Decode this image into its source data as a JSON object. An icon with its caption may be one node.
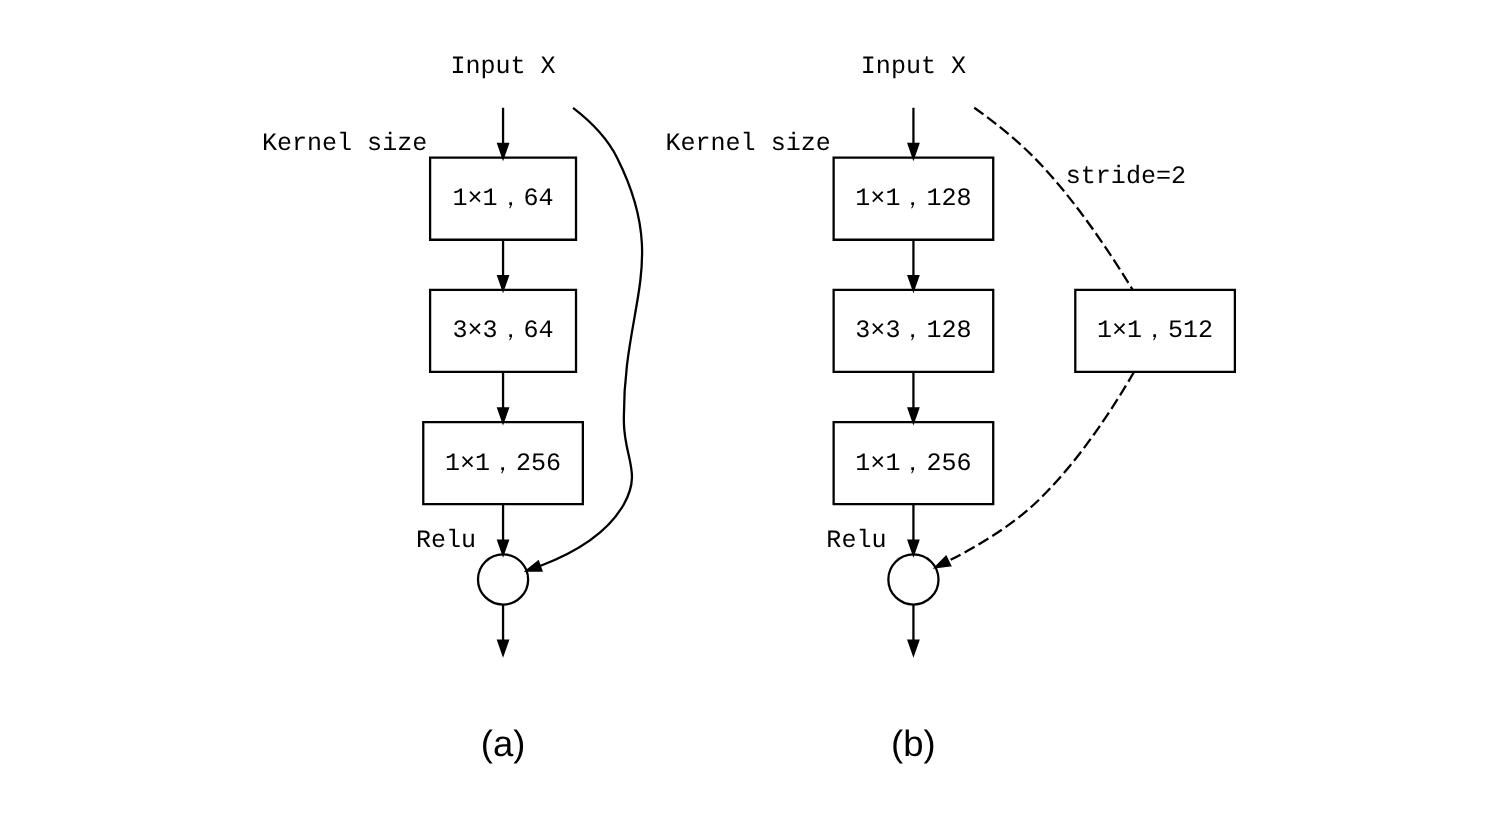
{
  "diagram": {
    "nodes": [
      {
        "text": [
          "Input X"
        ]
      },
      {
        "text": [
          "1×1，64"
        ],
        "beside": [
          "Kernel size"
        ]
      },
      {
        "text": [
          "3×3，64"
        ]
      },
      {
        "text": [
          "1×1，256"
        ]
      },
      {
        "text": [],
        "shape": "circle",
        "beside": [
          "Relu"
        ]
      },
      {
        "text": [
          "Input X"
        ]
      },
      {
        "text": [
          "1×1，128"
        ],
        "beside": [
          "Kernel size"
        ]
      },
      {
        "text": [
          "3×3，128"
        ]
      },
      {
        "text": [
          "1×1，256"
        ]
      },
      {
        "text": [],
        "shape": "circle",
        "beside": [
          "Relu"
        ]
      },
      {
        "text": [
          "1×1，512"
        ]
      }
    ],
    "edges": [
      {
        "from": 0,
        "to": 1,
        "arrow": "to"
      },
      {
        "from": 1,
        "to": 2,
        "arrow": "to"
      },
      {
        "from": 2,
        "to": 3,
        "arrow": "to"
      },
      {
        "from": 3,
        "to": 4,
        "arrow": "to"
      },
      {
        "from": 0,
        "to": 4,
        "arrow": "to"
      },
      {
        "from": 4,
        "to": null,
        "arrow": "to"
      },
      {
        "from": 5,
        "to": 6,
        "arrow": "to"
      },
      {
        "from": 6,
        "to": 7,
        "arrow": "to"
      },
      {
        "from": 7,
        "to": 8,
        "arrow": "to"
      },
      {
        "from": 8,
        "to": 9,
        "arrow": "to"
      },
      {
        "from": 5,
        "to": 10,
        "arrow": "none",
        "style": "dashed",
        "label": "stride=2"
      },
      {
        "from": 10,
        "to": 9,
        "arrow": "to",
        "style": "dashed"
      },
      {
        "from": 9,
        "to": null,
        "arrow": "to"
      }
    ],
    "labels": [
      "(a)",
      "(b)"
    ]
  }
}
